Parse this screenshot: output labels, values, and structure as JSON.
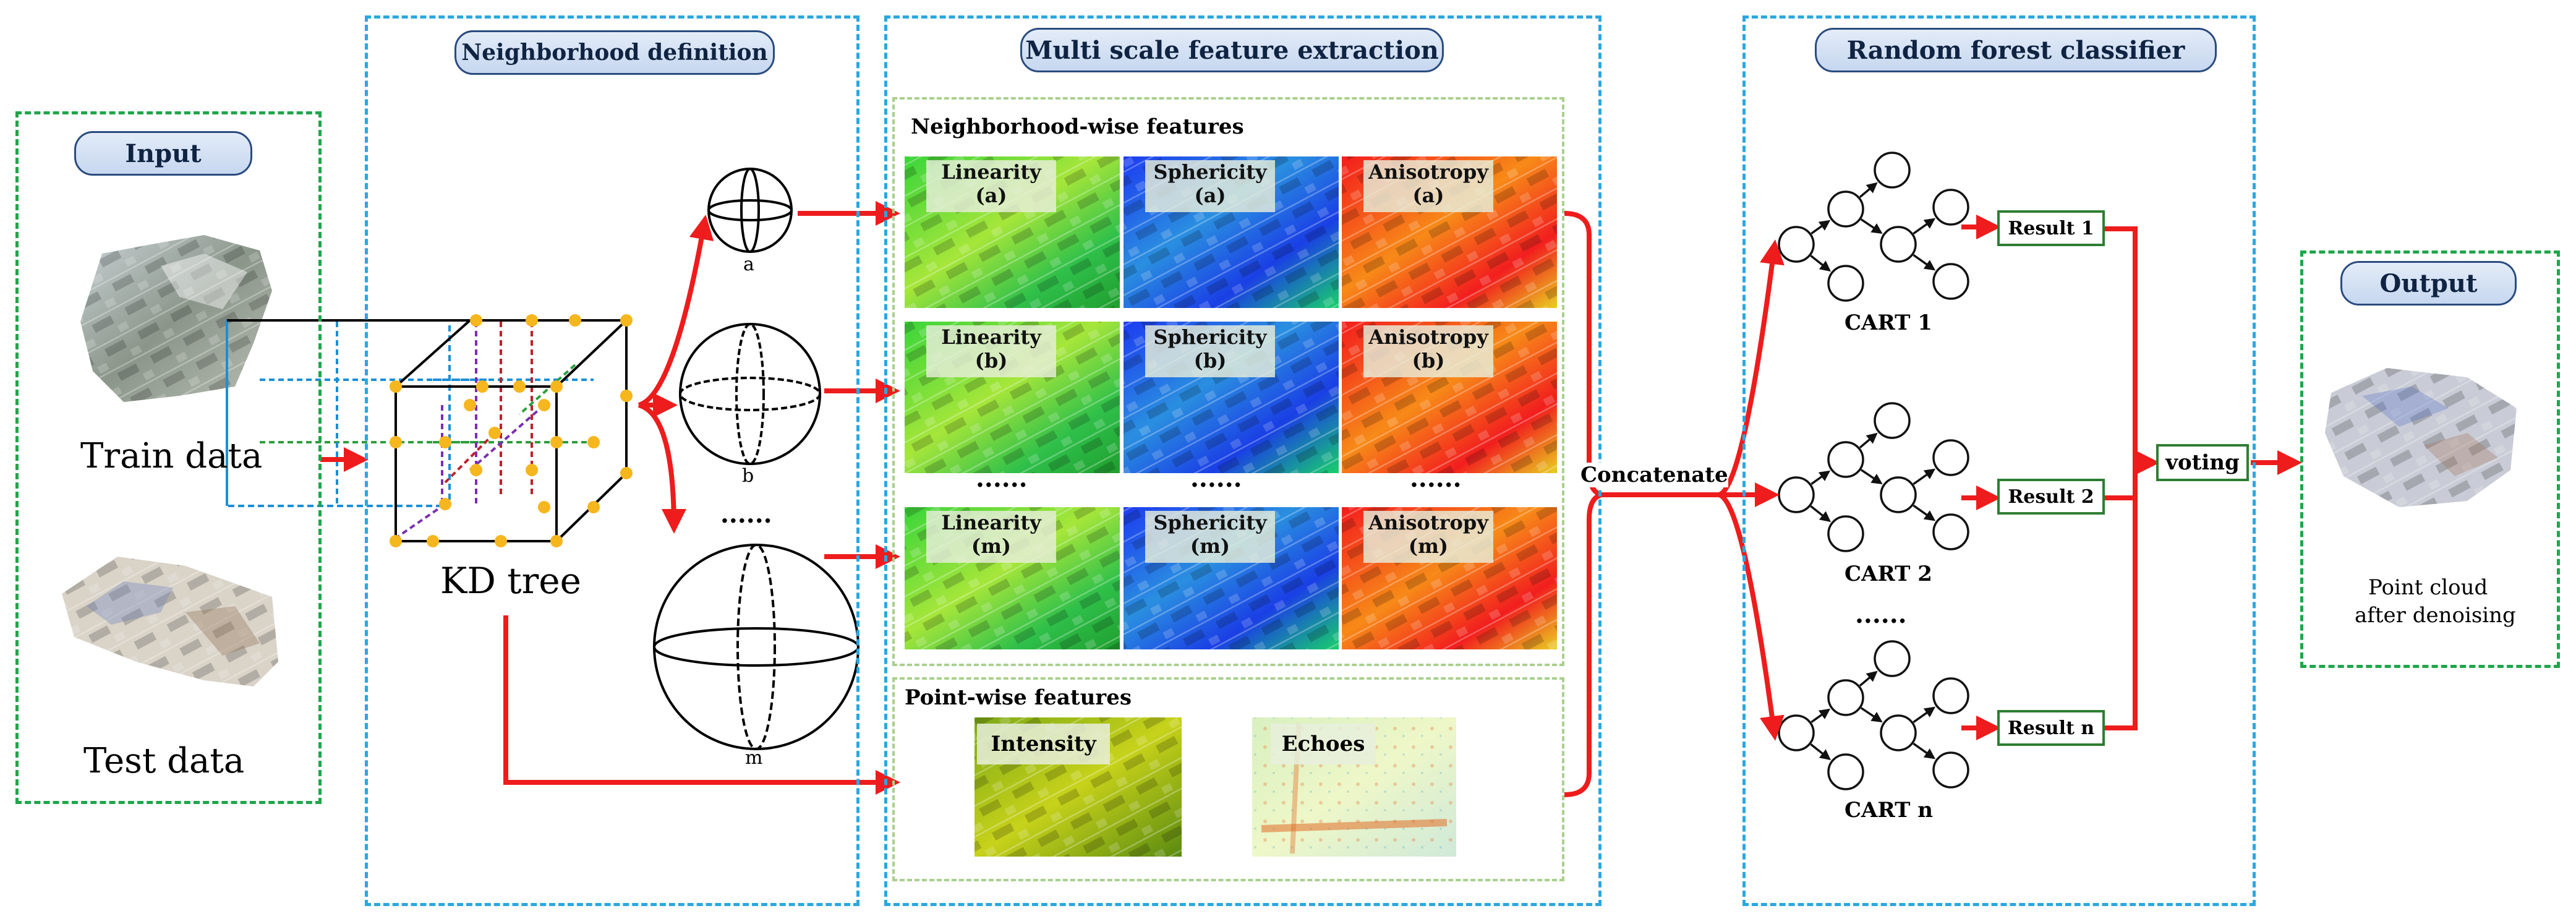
{
  "sections": {
    "input": "Input",
    "neighborhood": "Neighborhood definition",
    "multiscale": "Multi scale feature extraction",
    "random_forest": "Random forest classifier",
    "output": "Output"
  },
  "input": {
    "train": "Train data",
    "test": "Test data"
  },
  "neighborhood": {
    "kd_tree": "KD tree",
    "spheres": [
      "a",
      "b",
      "m"
    ],
    "dots": "......"
  },
  "features": {
    "neighborhood_title": "Neighborhood-wise features",
    "rows": [
      {
        "items": [
          {
            "name": "Linearity",
            "scale": "(a)"
          },
          {
            "name": "Sphericity",
            "scale": "(a)"
          },
          {
            "name": "Anisotropy",
            "scale": "(a)"
          }
        ]
      },
      {
        "items": [
          {
            "name": "Linearity",
            "scale": "(b)"
          },
          {
            "name": "Sphericity",
            "scale": "(b)"
          },
          {
            "name": "Anisotropy",
            "scale": "(b)"
          }
        ]
      },
      {
        "items": [
          {
            "name": "Linearity",
            "scale": "(m)"
          },
          {
            "name": "Sphericity",
            "scale": "(m)"
          },
          {
            "name": "Anisotropy",
            "scale": "(m)"
          }
        ]
      }
    ],
    "dots": [
      "......",
      "......",
      "......"
    ],
    "point_title": "Point-wise features",
    "point_items": [
      "Intensity",
      "Echoes"
    ]
  },
  "concatenate": "Concatenate",
  "classifier": {
    "carts": [
      "CART 1",
      "CART 2",
      "CART n"
    ],
    "results": [
      "Result 1",
      "Result 2",
      "Result n"
    ],
    "dots": "......",
    "voting": "voting"
  },
  "output": {
    "caption_line1": "Point cloud",
    "caption_line2": "after denoising"
  },
  "colors": {
    "arrow": "#ee1c1c",
    "green_dash": "#1fa64a",
    "blue_dash": "#2ba7e0",
    "node": "#f6b61d",
    "pill_border": "#2a4b7e"
  }
}
